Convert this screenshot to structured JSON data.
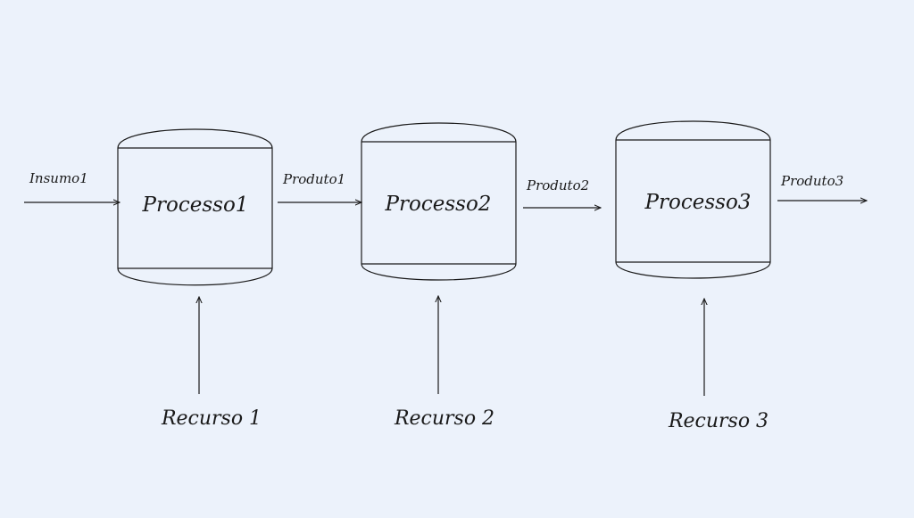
{
  "diagram": {
    "colors": {
      "background": "#ecf2fb",
      "node_fill": "#ecf2fb",
      "stroke": "#1a1a1a"
    },
    "processes": [
      {
        "label": "Processo1"
      },
      {
        "label": "Processo2"
      },
      {
        "label": "Processo3"
      }
    ],
    "flows": [
      {
        "label": "Insumo1"
      },
      {
        "label": "Produto1"
      },
      {
        "label": "Produto2"
      },
      {
        "label": "Produto3"
      }
    ],
    "resources": [
      {
        "label": "Recurso 1"
      },
      {
        "label": "Recurso 2"
      },
      {
        "label": "Recurso 3"
      }
    ]
  }
}
